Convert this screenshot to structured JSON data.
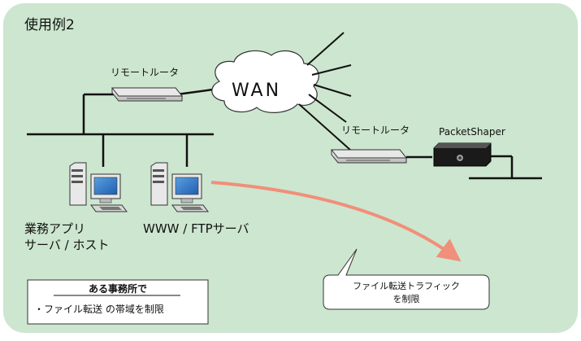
{
  "title": "使用例2",
  "wan": "WAN",
  "router_left": "リモートルータ",
  "router_right": "リモートルータ",
  "packetshaper": "PacketShaper",
  "server_left_line1": "業務アプリ",
  "server_left_line2": "サーバ / ホスト",
  "server_right": "WWW / FTPサーバ",
  "office_box": {
    "title": "ある事務所で",
    "item": "・ファイル転送 の帯域を制限"
  },
  "callout": {
    "line1": "ファイル転送トラフィック",
    "line2": "を制限"
  },
  "colors": {
    "background": "#cde6cf",
    "arrow": "#f0907a",
    "line": "#111111"
  }
}
